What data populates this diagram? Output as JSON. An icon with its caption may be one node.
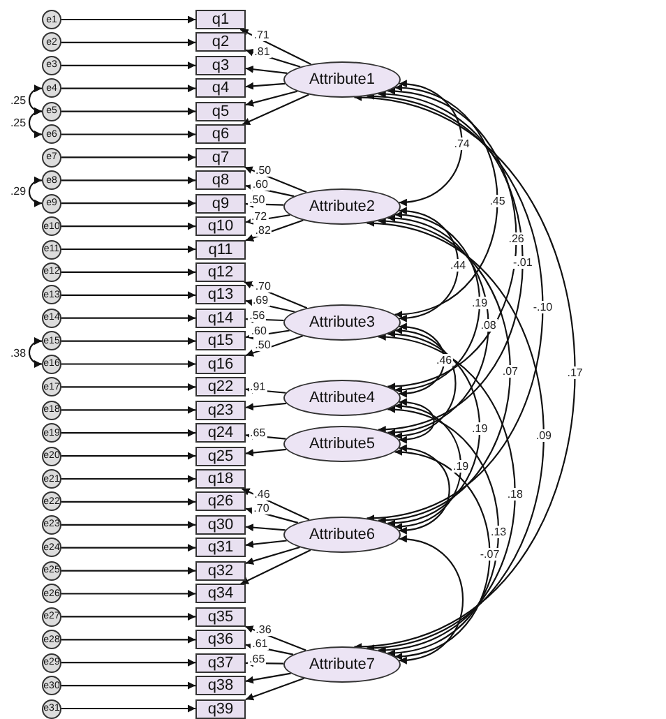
{
  "diagram": {
    "nodes": [
      {
        "text": [
          "e1"
        ]
      },
      {
        "text": [
          "e2"
        ]
      },
      {
        "text": [
          "e3"
        ]
      },
      {
        "text": [
          "e4"
        ]
      },
      {
        "text": [
          "e5"
        ]
      },
      {
        "text": [
          "e6"
        ]
      },
      {
        "text": [
          "e7"
        ]
      },
      {
        "text": [
          "e8"
        ]
      },
      {
        "text": [
          "e9"
        ]
      },
      {
        "text": [
          "e10"
        ]
      },
      {
        "text": [
          "e11"
        ]
      },
      {
        "text": [
          "e12"
        ]
      },
      {
        "text": [
          "e13"
        ]
      },
      {
        "text": [
          "e14"
        ]
      },
      {
        "text": [
          "e15"
        ]
      },
      {
        "text": [
          "e16"
        ]
      },
      {
        "text": [
          "e17"
        ]
      },
      {
        "text": [
          "e18"
        ]
      },
      {
        "text": [
          "e19"
        ]
      },
      {
        "text": [
          "e20"
        ]
      },
      {
        "text": [
          "e21"
        ]
      },
      {
        "text": [
          "e22"
        ]
      },
      {
        "text": [
          "e23"
        ]
      },
      {
        "text": [
          "e24"
        ]
      },
      {
        "text": [
          "e25"
        ]
      },
      {
        "text": [
          "e26"
        ]
      },
      {
        "text": [
          "e27"
        ]
      },
      {
        "text": [
          "e28"
        ]
      },
      {
        "text": [
          "e29"
        ]
      },
      {
        "text": [
          "e30"
        ]
      },
      {
        "text": [
          "e31"
        ]
      },
      {
        "text": [
          "q1"
        ]
      },
      {
        "text": [
          "q2"
        ]
      },
      {
        "text": [
          "q3"
        ]
      },
      {
        "text": [
          "q4"
        ]
      },
      {
        "text": [
          "q5"
        ]
      },
      {
        "text": [
          "q6"
        ]
      },
      {
        "text": [
          "q7"
        ]
      },
      {
        "text": [
          "q8"
        ]
      },
      {
        "text": [
          "q9"
        ]
      },
      {
        "text": [
          "q10"
        ]
      },
      {
        "text": [
          "q11"
        ]
      },
      {
        "text": [
          "q12"
        ]
      },
      {
        "text": [
          "q13"
        ]
      },
      {
        "text": [
          "q14"
        ]
      },
      {
        "text": [
          "q15"
        ]
      },
      {
        "text": [
          "q16"
        ]
      },
      {
        "text": [
          "q22"
        ]
      },
      {
        "text": [
          "q23"
        ]
      },
      {
        "text": [
          "q24"
        ]
      },
      {
        "text": [
          "q25"
        ]
      },
      {
        "text": [
          "q18"
        ]
      },
      {
        "text": [
          "q26"
        ]
      },
      {
        "text": [
          "q30"
        ]
      },
      {
        "text": [
          "q31"
        ]
      },
      {
        "text": [
          "q32"
        ]
      },
      {
        "text": [
          "q34"
        ]
      },
      {
        "text": [
          "q35"
        ]
      },
      {
        "text": [
          "q36"
        ]
      },
      {
        "text": [
          "q37"
        ]
      },
      {
        "text": [
          "q38"
        ]
      },
      {
        "text": [
          "q39"
        ]
      },
      {
        "text": [
          "Attribute1"
        ]
      },
      {
        "text": [
          "Attribute2"
        ]
      },
      {
        "text": [
          "Attribute3"
        ]
      },
      {
        "text": [
          "Attribute4"
        ]
      },
      {
        "text": [
          "Attribute5"
        ]
      },
      {
        "text": [
          "Attribute6"
        ]
      },
      {
        "text": [
          "Attribute7"
        ]
      }
    ],
    "edges": [
      {
        "from": 0,
        "to": 31,
        "arrow": "to"
      },
      {
        "from": 1,
        "to": 32,
        "arrow": "to"
      },
      {
        "from": 2,
        "to": 33,
        "arrow": "to"
      },
      {
        "from": 3,
        "to": 34,
        "arrow": "to"
      },
      {
        "from": 4,
        "to": 35,
        "arrow": "to"
      },
      {
        "from": 5,
        "to": 36,
        "arrow": "to"
      },
      {
        "from": 6,
        "to": 37,
        "arrow": "to"
      },
      {
        "from": 7,
        "to": 38,
        "arrow": "to"
      },
      {
        "from": 8,
        "to": 39,
        "arrow": "to"
      },
      {
        "from": 9,
        "to": 40,
        "arrow": "to"
      },
      {
        "from": 10,
        "to": 41,
        "arrow": "to"
      },
      {
        "from": 11,
        "to": 42,
        "arrow": "to"
      },
      {
        "from": 12,
        "to": 43,
        "arrow": "to"
      },
      {
        "from": 13,
        "to": 44,
        "arrow": "to"
      },
      {
        "from": 14,
        "to": 45,
        "arrow": "to"
      },
      {
        "from": 15,
        "to": 46,
        "arrow": "to"
      },
      {
        "from": 16,
        "to": 47,
        "arrow": "to"
      },
      {
        "from": 17,
        "to": 48,
        "arrow": "to"
      },
      {
        "from": 18,
        "to": 49,
        "arrow": "to"
      },
      {
        "from": 19,
        "to": 50,
        "arrow": "to"
      },
      {
        "from": 20,
        "to": 51,
        "arrow": "to"
      },
      {
        "from": 21,
        "to": 52,
        "arrow": "to"
      },
      {
        "from": 22,
        "to": 53,
        "arrow": "to"
      },
      {
        "from": 23,
        "to": 54,
        "arrow": "to"
      },
      {
        "from": 24,
        "to": 55,
        "arrow": "to"
      },
      {
        "from": 25,
        "to": 56,
        "arrow": "to"
      },
      {
        "from": 26,
        "to": 57,
        "arrow": "to"
      },
      {
        "from": 27,
        "to": 58,
        "arrow": "to"
      },
      {
        "from": 28,
        "to": 59,
        "arrow": "to"
      },
      {
        "from": 29,
        "to": 60,
        "arrow": "to"
      },
      {
        "from": 30,
        "to": 61,
        "arrow": "to"
      },
      {
        "from": 3,
        "to": 4,
        "arrow": "both",
        "label": ".25"
      },
      {
        "from": 4,
        "to": 5,
        "arrow": "both",
        "label": ".25"
      },
      {
        "from": 7,
        "to": 8,
        "arrow": "both",
        "label": ".29"
      },
      {
        "from": 14,
        "to": 15,
        "arrow": "both",
        "label": ".38"
      },
      {
        "from": 62,
        "to": 31,
        "arrow": "to",
        "label": ".71"
      },
      {
        "from": 62,
        "to": 32,
        "arrow": "to",
        "label": ".81"
      },
      {
        "from": 62,
        "to": 33,
        "arrow": "to"
      },
      {
        "from": 62,
        "to": 34,
        "arrow": "to"
      },
      {
        "from": 62,
        "to": 35,
        "arrow": "to"
      },
      {
        "from": 62,
        "to": 36,
        "arrow": "to"
      },
      {
        "from": 63,
        "to": 37,
        "arrow": "to",
        "label": ".50"
      },
      {
        "from": 63,
        "to": 38,
        "arrow": "to",
        "label": ".60"
      },
      {
        "from": 63,
        "to": 39,
        "arrow": "to",
        "label": ".50"
      },
      {
        "from": 63,
        "to": 40,
        "arrow": "to",
        "label": ".72"
      },
      {
        "from": 63,
        "to": 41,
        "arrow": "to",
        "label": ".82"
      },
      {
        "from": 64,
        "to": 42,
        "arrow": "to",
        "label": ".70"
      },
      {
        "from": 64,
        "to": 43,
        "arrow": "to",
        "label": ".69"
      },
      {
        "from": 64,
        "to": 44,
        "arrow": "to",
        "label": ".56"
      },
      {
        "from": 64,
        "to": 45,
        "arrow": "to",
        "label": ".60"
      },
      {
        "from": 64,
        "to": 46,
        "arrow": "to",
        "label": ".50"
      },
      {
        "from": 65,
        "to": 47,
        "arrow": "to",
        "label": ".91"
      },
      {
        "from": 65,
        "to": 48,
        "arrow": "to"
      },
      {
        "from": 66,
        "to": 49,
        "arrow": "to",
        "label": ".65"
      },
      {
        "from": 66,
        "to": 50,
        "arrow": "to"
      },
      {
        "from": 67,
        "to": 51,
        "arrow": "to",
        "label": ".46"
      },
      {
        "from": 67,
        "to": 52,
        "arrow": "to",
        "label": ".70"
      },
      {
        "from": 67,
        "to": 53,
        "arrow": "to"
      },
      {
        "from": 67,
        "to": 54,
        "arrow": "to"
      },
      {
        "from": 67,
        "to": 55,
        "arrow": "to"
      },
      {
        "from": 67,
        "to": 56,
        "arrow": "to"
      },
      {
        "from": 68,
        "to": 57,
        "arrow": "to",
        "label": ".36"
      },
      {
        "from": 68,
        "to": 58,
        "arrow": "to",
        "label": ".61"
      },
      {
        "from": 68,
        "to": 59,
        "arrow": "to",
        "label": ".65"
      },
      {
        "from": 68,
        "to": 60,
        "arrow": "to"
      },
      {
        "from": 68,
        "to": 61,
        "arrow": "to"
      },
      {
        "from": 62,
        "to": 63,
        "arrow": "both",
        "label": ".74"
      },
      {
        "from": 62,
        "to": 64,
        "arrow": "both",
        "label": ".45"
      },
      {
        "from": 62,
        "to": 65,
        "arrow": "both",
        "label": ".26"
      },
      {
        "from": 62,
        "to": 66,
        "arrow": "both",
        "label": "-.01"
      },
      {
        "from": 62,
        "to": 67,
        "arrow": "both",
        "label": "-.10"
      },
      {
        "from": 62,
        "to": 68,
        "arrow": "both",
        "label": ".17"
      },
      {
        "from": 63,
        "to": 64,
        "arrow": "both",
        "label": ".44"
      },
      {
        "from": 63,
        "to": 65,
        "arrow": "both",
        "label": ".19"
      },
      {
        "from": 63,
        "to": 66,
        "arrow": "both",
        "label": ".08"
      },
      {
        "from": 63,
        "to": 67,
        "arrow": "both",
        "label": ".07"
      },
      {
        "from": 63,
        "to": 68,
        "arrow": "both",
        "label": ".09"
      },
      {
        "from": 64,
        "to": 65,
        "arrow": "both",
        "label": ".46"
      },
      {
        "from": 64,
        "to": 66,
        "arrow": "both"
      },
      {
        "from": 64,
        "to": 67,
        "arrow": "both",
        "label": ".19"
      },
      {
        "from": 64,
        "to": 68,
        "arrow": "both",
        "label": ".18"
      },
      {
        "from": 65,
        "to": 66,
        "arrow": "both"
      },
      {
        "from": 65,
        "to": 67,
        "arrow": "both",
        "label": ".19"
      },
      {
        "from": 65,
        "to": 68,
        "arrow": "both",
        "label": ".13"
      },
      {
        "from": 66,
        "to": 67,
        "arrow": "both"
      },
      {
        "from": 66,
        "to": 68,
        "arrow": "both",
        "label": "-.07"
      },
      {
        "from": 67,
        "to": 68,
        "arrow": "both"
      }
    ]
  }
}
